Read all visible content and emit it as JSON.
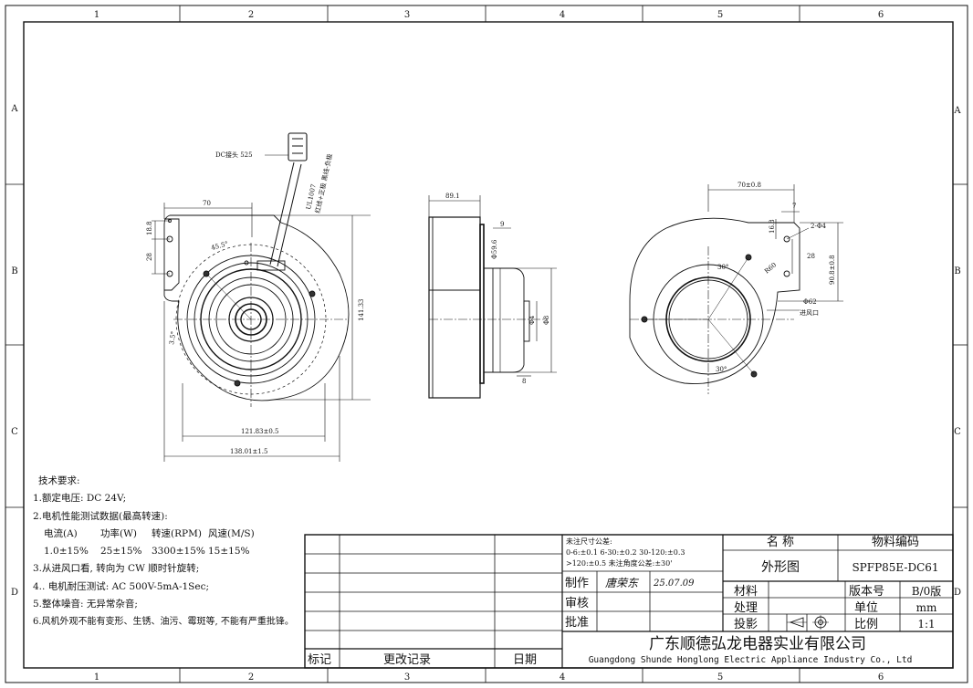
{
  "zones": {
    "columns": [
      "1",
      "2",
      "3",
      "4",
      "5",
      "6"
    ],
    "rows": [
      "A",
      "B",
      "C",
      "D"
    ]
  },
  "views": {
    "front": {
      "connector_label": "DC接头 525",
      "wire_label_1": "UL1007",
      "wire_label_2": "红线+正极 黑线-负极",
      "dim_top_width": "70",
      "dim_left_1": "18.8",
      "dim_left_2": "28",
      "dim_angle": "45.5°",
      "dim_height": "141.33",
      "dim_width_inner": "121.83±0.5",
      "dim_width_outer": "138.01±1.5",
      "dim_small_angle": "3.5°"
    },
    "side": {
      "dim_top": "89.1",
      "dim_flange": "9",
      "dim_dia": "Φ59.6",
      "dim_hub": "Φ4",
      "dim_hub_2": "Φ8",
      "dim_bottom": "8"
    },
    "rear": {
      "dim_top": "70±0.8",
      "dim_small": "7",
      "dim_v1": "16.8",
      "dim_holes": "2-Φ4",
      "dim_v2": "28",
      "dim_height": "90.8±0.8",
      "dim_angle_1": "30°",
      "dim_angle_2": "30°",
      "dim_dia": "Φ62",
      "inlet_label": "进风口",
      "dim_r": "R60"
    }
  },
  "tech_notes": {
    "title": "技术要求:",
    "rated_voltage": "1.额定电压: DC 24V;",
    "perf_title": "2.电机性能测试数据(最高转速):",
    "perf_headers": [
      "电流(A)",
      "功率(W)",
      "转速(RPM)",
      "风速(M/S)"
    ],
    "perf_values": [
      "1.0±15%",
      "25±15%",
      "3300±15%",
      "15±15%"
    ],
    "rotation": "3.从进风口看, 转向为 CW 顺时针旋转;",
    "hipot": "4.. 电机耐压测试: AC 500V-5mA-1Sec;",
    "noise": "5.整体噪音: 无异常杂音;",
    "appearance": "6.风机外观不能有变形、生锈、油污、霉斑等, 不能有严重批锋。"
  },
  "title_block": {
    "tolerance_title": "未注尺寸公差:",
    "tolerance_line1": "0-6:±0.1  6-30:±0.2  30-120:±0.3",
    "tolerance_line2": ">120:±0.5   未注角度公差:±30'",
    "labels": {
      "made": "制作",
      "review": "审核",
      "approve": "批准",
      "mark": "标记",
      "change_record": "更改记录",
      "date": "日期",
      "name": "名  称",
      "material_code": "物料编码",
      "material": "材料",
      "treatment": "处理",
      "projection": "投影",
      "version": "版本号",
      "unit": "单位",
      "scale": "比例"
    },
    "values": {
      "name": "外形图",
      "material_code": "SPFP85E-DC61",
      "made_by_signature": "唐荣东",
      "made_date": "25.07.09",
      "version": "B/0版",
      "unit": "mm",
      "scale": "1:1"
    },
    "company_cn": "广东顺德弘龙电器实业有限公司",
    "company_en": "Guangdong Shunde Honglong Electric Appliance Industry Co., Ltd"
  }
}
